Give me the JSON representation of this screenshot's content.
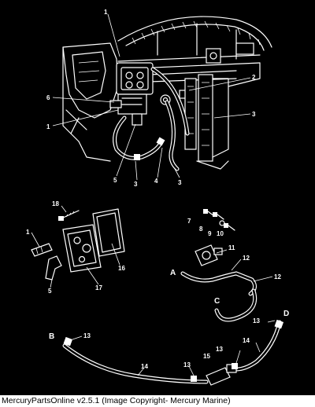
{
  "diagram": {
    "callouts": [
      {
        "id": "c1a",
        "text": "1"
      },
      {
        "id": "c2a",
        "text": "2"
      },
      {
        "id": "c3a",
        "text": "3"
      },
      {
        "id": "c6",
        "text": "6"
      },
      {
        "id": "c1b",
        "text": "1"
      },
      {
        "id": "c5a",
        "text": "5"
      },
      {
        "id": "c3b",
        "text": "3"
      },
      {
        "id": "c4",
        "text": "4"
      },
      {
        "id": "c3c",
        "text": "3"
      },
      {
        "id": "c18",
        "text": "18"
      },
      {
        "id": "c1c",
        "text": "1"
      },
      {
        "id": "c5b",
        "text": "5"
      },
      {
        "id": "c16",
        "text": "16"
      },
      {
        "id": "c17",
        "text": "17"
      },
      {
        "id": "c7",
        "text": "7"
      },
      {
        "id": "c8",
        "text": "8"
      },
      {
        "id": "c9",
        "text": "9"
      },
      {
        "id": "c10",
        "text": "10"
      },
      {
        "id": "c11",
        "text": "11"
      },
      {
        "id": "c12a",
        "text": "12"
      },
      {
        "id": "c12b",
        "text": "12"
      },
      {
        "id": "cA",
        "text": "A"
      },
      {
        "id": "cC",
        "text": "C"
      },
      {
        "id": "cD",
        "text": "D"
      },
      {
        "id": "c13a",
        "text": "13"
      },
      {
        "id": "cB",
        "text": "B"
      },
      {
        "id": "c13b",
        "text": "13"
      },
      {
        "id": "c14a",
        "text": "14"
      },
      {
        "id": "c13c",
        "text": "13"
      },
      {
        "id": "c14b",
        "text": "14"
      },
      {
        "id": "c15",
        "text": "15"
      },
      {
        "id": "c13d",
        "text": "13"
      }
    ]
  },
  "footer": {
    "caption": "MercuryPartsOnline v2.5.1 (Image Copyright- Mercury Marine)"
  }
}
